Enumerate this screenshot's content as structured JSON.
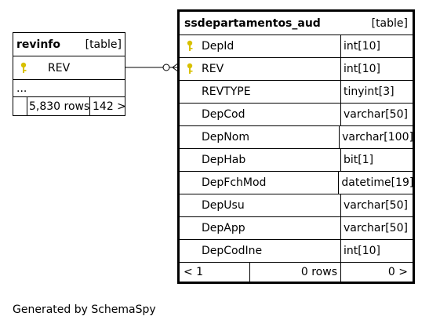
{
  "revinfo": {
    "name": "revinfo",
    "type_label": "[table]",
    "columns": [
      {
        "name": "REV",
        "key": true
      }
    ],
    "ellipsis": "...",
    "rows_label": "5,830 rows",
    "children_label": "142 >"
  },
  "aud": {
    "name": "ssdepartamentos_aud",
    "type_label": "[table]",
    "columns": [
      {
        "name": "DepId",
        "type": "int[10]",
        "key": true
      },
      {
        "name": "REV",
        "type": "int[10]",
        "key": true
      },
      {
        "name": "REVTYPE",
        "type": "tinyint[3]",
        "key": false
      },
      {
        "name": "DepCod",
        "type": "varchar[50]",
        "key": false
      },
      {
        "name": "DepNom",
        "type": "varchar[100]",
        "key": false
      },
      {
        "name": "DepHab",
        "type": "bit[1]",
        "key": false
      },
      {
        "name": "DepFchMod",
        "type": "datetime[19]",
        "key": false
      },
      {
        "name": "DepUsu",
        "type": "varchar[50]",
        "key": false
      },
      {
        "name": "DepApp",
        "type": "varchar[50]",
        "key": false
      },
      {
        "name": "DepCodIne",
        "type": "int[10]",
        "key": false
      }
    ],
    "parents_label": "< 1",
    "rows_label": "0 rows",
    "children_label": "0 >"
  },
  "colors": {
    "key_icon": "#d8c000",
    "border": "#000000",
    "background": "#ffffff"
  },
  "generated_by": "Generated by SchemaSpy"
}
